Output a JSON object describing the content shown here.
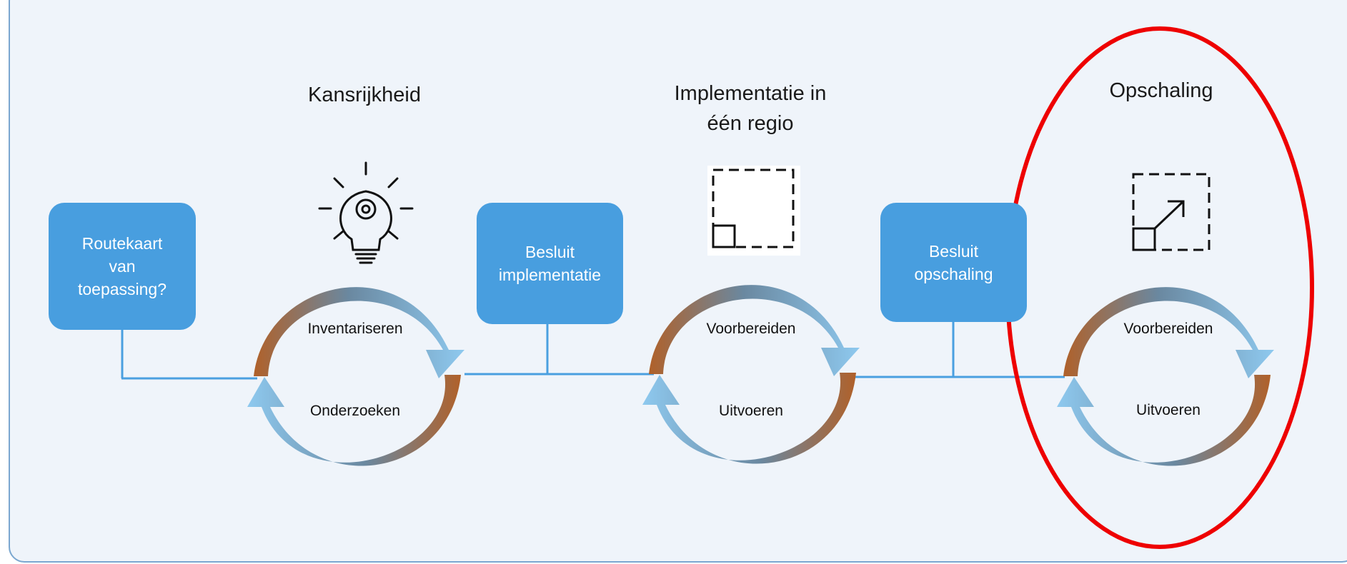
{
  "phases": [
    {
      "title": "Kansrijkheid",
      "top_label": "Inventariseren",
      "bottom_label": "Onderzoeken",
      "icon": "lightbulb-gear-icon"
    },
    {
      "title": "Implementatie in\néén regio",
      "top_label": "Voorbereiden",
      "bottom_label": "Uitvoeren",
      "icon": "dashed-square-icon"
    },
    {
      "title": "Opschaling",
      "top_label": "Voorbereiden",
      "bottom_label": "Uitvoeren",
      "icon": "scale-up-arrow-icon"
    }
  ],
  "decisions": [
    {
      "label": "Routekaart\nvan\ntoepassing?"
    },
    {
      "label": "Besluit\nimplementatie"
    },
    {
      "label": "Besluit\nopschaling"
    }
  ],
  "colors": {
    "box": "#489edf",
    "line": "#4a9fe0",
    "arrow_blue": "#8cc8ee",
    "arrow_brown": "#b0612a",
    "highlight": "#ee0000",
    "background": "#eff4fa"
  }
}
